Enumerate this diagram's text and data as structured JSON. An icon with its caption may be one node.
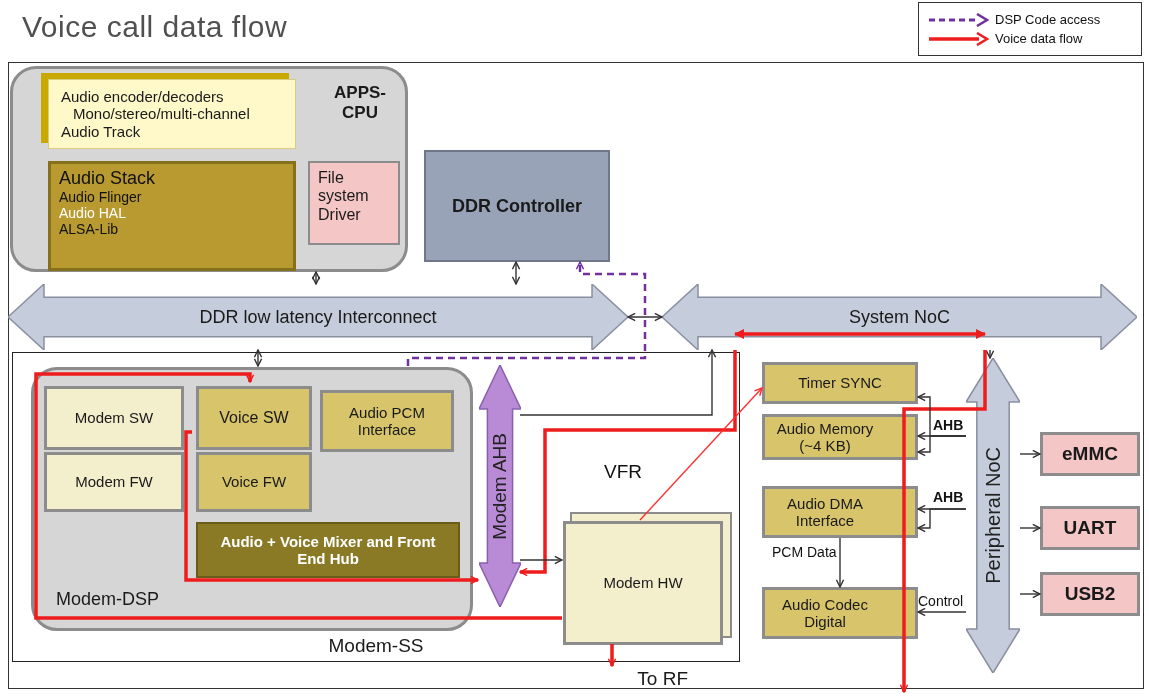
{
  "diagram": {
    "title": "Voice call data flow",
    "nodes": [
      {
        "text": [
          "APPS-CPU"
        ]
      },
      {
        "text": [
          "Audio encoder/decoders",
          "Mono/stereo/multi-channel",
          "Audio Track"
        ],
        "in": 0
      },
      {
        "text": [
          "Audio Stack",
          "Audio Flinger",
          "Audio HAL",
          "ALSA-Lib"
        ],
        "in": 0
      },
      {
        "text": [
          "File system Driver"
        ],
        "in": 0
      },
      {
        "text": [
          "DDR Controller"
        ]
      },
      {
        "text": [
          "DDR low latency Interconnect"
        ]
      },
      {
        "text": [
          "System NoC"
        ]
      },
      {
        "text": [
          "Modem-SS"
        ]
      },
      {
        "text": [
          "Modem-DSP"
        ],
        "in": 7
      },
      {
        "text": [
          "Modem SW"
        ],
        "in": 8
      },
      {
        "text": [
          "Voice SW"
        ],
        "in": 8
      },
      {
        "text": [
          "Audio PCM Interface"
        ],
        "in": 8
      },
      {
        "text": [
          "Modem FW"
        ],
        "in": 8
      },
      {
        "text": [
          "Voice FW"
        ],
        "in": 8
      },
      {
        "text": [
          "Audio + Voice Mixer and Front End Hub"
        ],
        "in": 8
      },
      {
        "text": [
          "Modem AHB"
        ],
        "in": 7
      },
      {
        "text": [
          "Modem HW"
        ],
        "in": 7
      },
      {
        "text": [
          "Timer SYNC"
        ]
      },
      {
        "text": [
          "Audio Memory (~4 KB)"
        ]
      },
      {
        "text": [
          "Audio DMA Interface"
        ]
      },
      {
        "text": [
          "Audio Codec Digital"
        ]
      },
      {
        "text": [
          "Peripheral NoC"
        ]
      },
      {
        "text": [
          "eMMC"
        ]
      },
      {
        "text": [
          "UART"
        ]
      },
      {
        "text": [
          "USB2"
        ]
      },
      {
        "text": [
          "To RF"
        ]
      }
    ],
    "edges": [
      {
        "from": 0,
        "to": 5,
        "arrow": "both"
      },
      {
        "from": 4,
        "to": 5,
        "arrow": "both"
      },
      {
        "from": 5,
        "to": 6,
        "arrow": "both"
      },
      {
        "from": 5,
        "to": 8,
        "arrow": "both"
      },
      {
        "from": 8,
        "to": 4,
        "arrow": "to",
        "style": "dashed",
        "color": "#7030a0"
      },
      {
        "from": 6,
        "to": 21,
        "arrow": "to"
      },
      {
        "from": 10,
        "to": 15,
        "arrow": "to",
        "style": "thick",
        "color": "#ee1c1c"
      },
      {
        "from": 6,
        "to": 15,
        "arrow": "to",
        "style": "thick",
        "color": "#ee1c1c"
      },
      {
        "from": 16,
        "to": 25,
        "arrow": "to",
        "style": "thick",
        "color": "#ee1c1c"
      },
      {
        "from": 16,
        "to": 10,
        "arrow": "to",
        "style": "thick",
        "color": "#ee1c1c"
      },
      {
        "from": 6,
        "to": null,
        "arrow": "to",
        "style": "thick",
        "color": "#ee1c1c"
      },
      {
        "from": 15,
        "to": 16,
        "arrow": "to"
      },
      {
        "from": 16,
        "to": 17,
        "arrow": "to",
        "label": "VFR",
        "color": "#ff3030"
      },
      {
        "from": 15,
        "to": 6,
        "arrow": "to"
      },
      {
        "from": 21,
        "to": 17,
        "arrow": "to"
      },
      {
        "from": 21,
        "to": 18,
        "arrow": "to",
        "label": "AHB"
      },
      {
        "from": 21,
        "to": 18,
        "arrow": "to"
      },
      {
        "from": 21,
        "to": 19,
        "arrow": "to",
        "label": "AHB"
      },
      {
        "from": 21,
        "to": 19,
        "arrow": "to"
      },
      {
        "from": 21,
        "to": 20,
        "arrow": "to",
        "label": "Control"
      },
      {
        "from": 19,
        "to": 20,
        "arrow": "to",
        "label": "PCM Data"
      },
      {
        "from": 21,
        "to": 22,
        "arrow": "to"
      },
      {
        "from": 21,
        "to": 23,
        "arrow": "to"
      },
      {
        "from": 21,
        "to": 24,
        "arrow": "to"
      }
    ],
    "legend": [
      {
        "text": "DSP Code access"
      },
      {
        "text": "Voice data flow"
      }
    ]
  }
}
